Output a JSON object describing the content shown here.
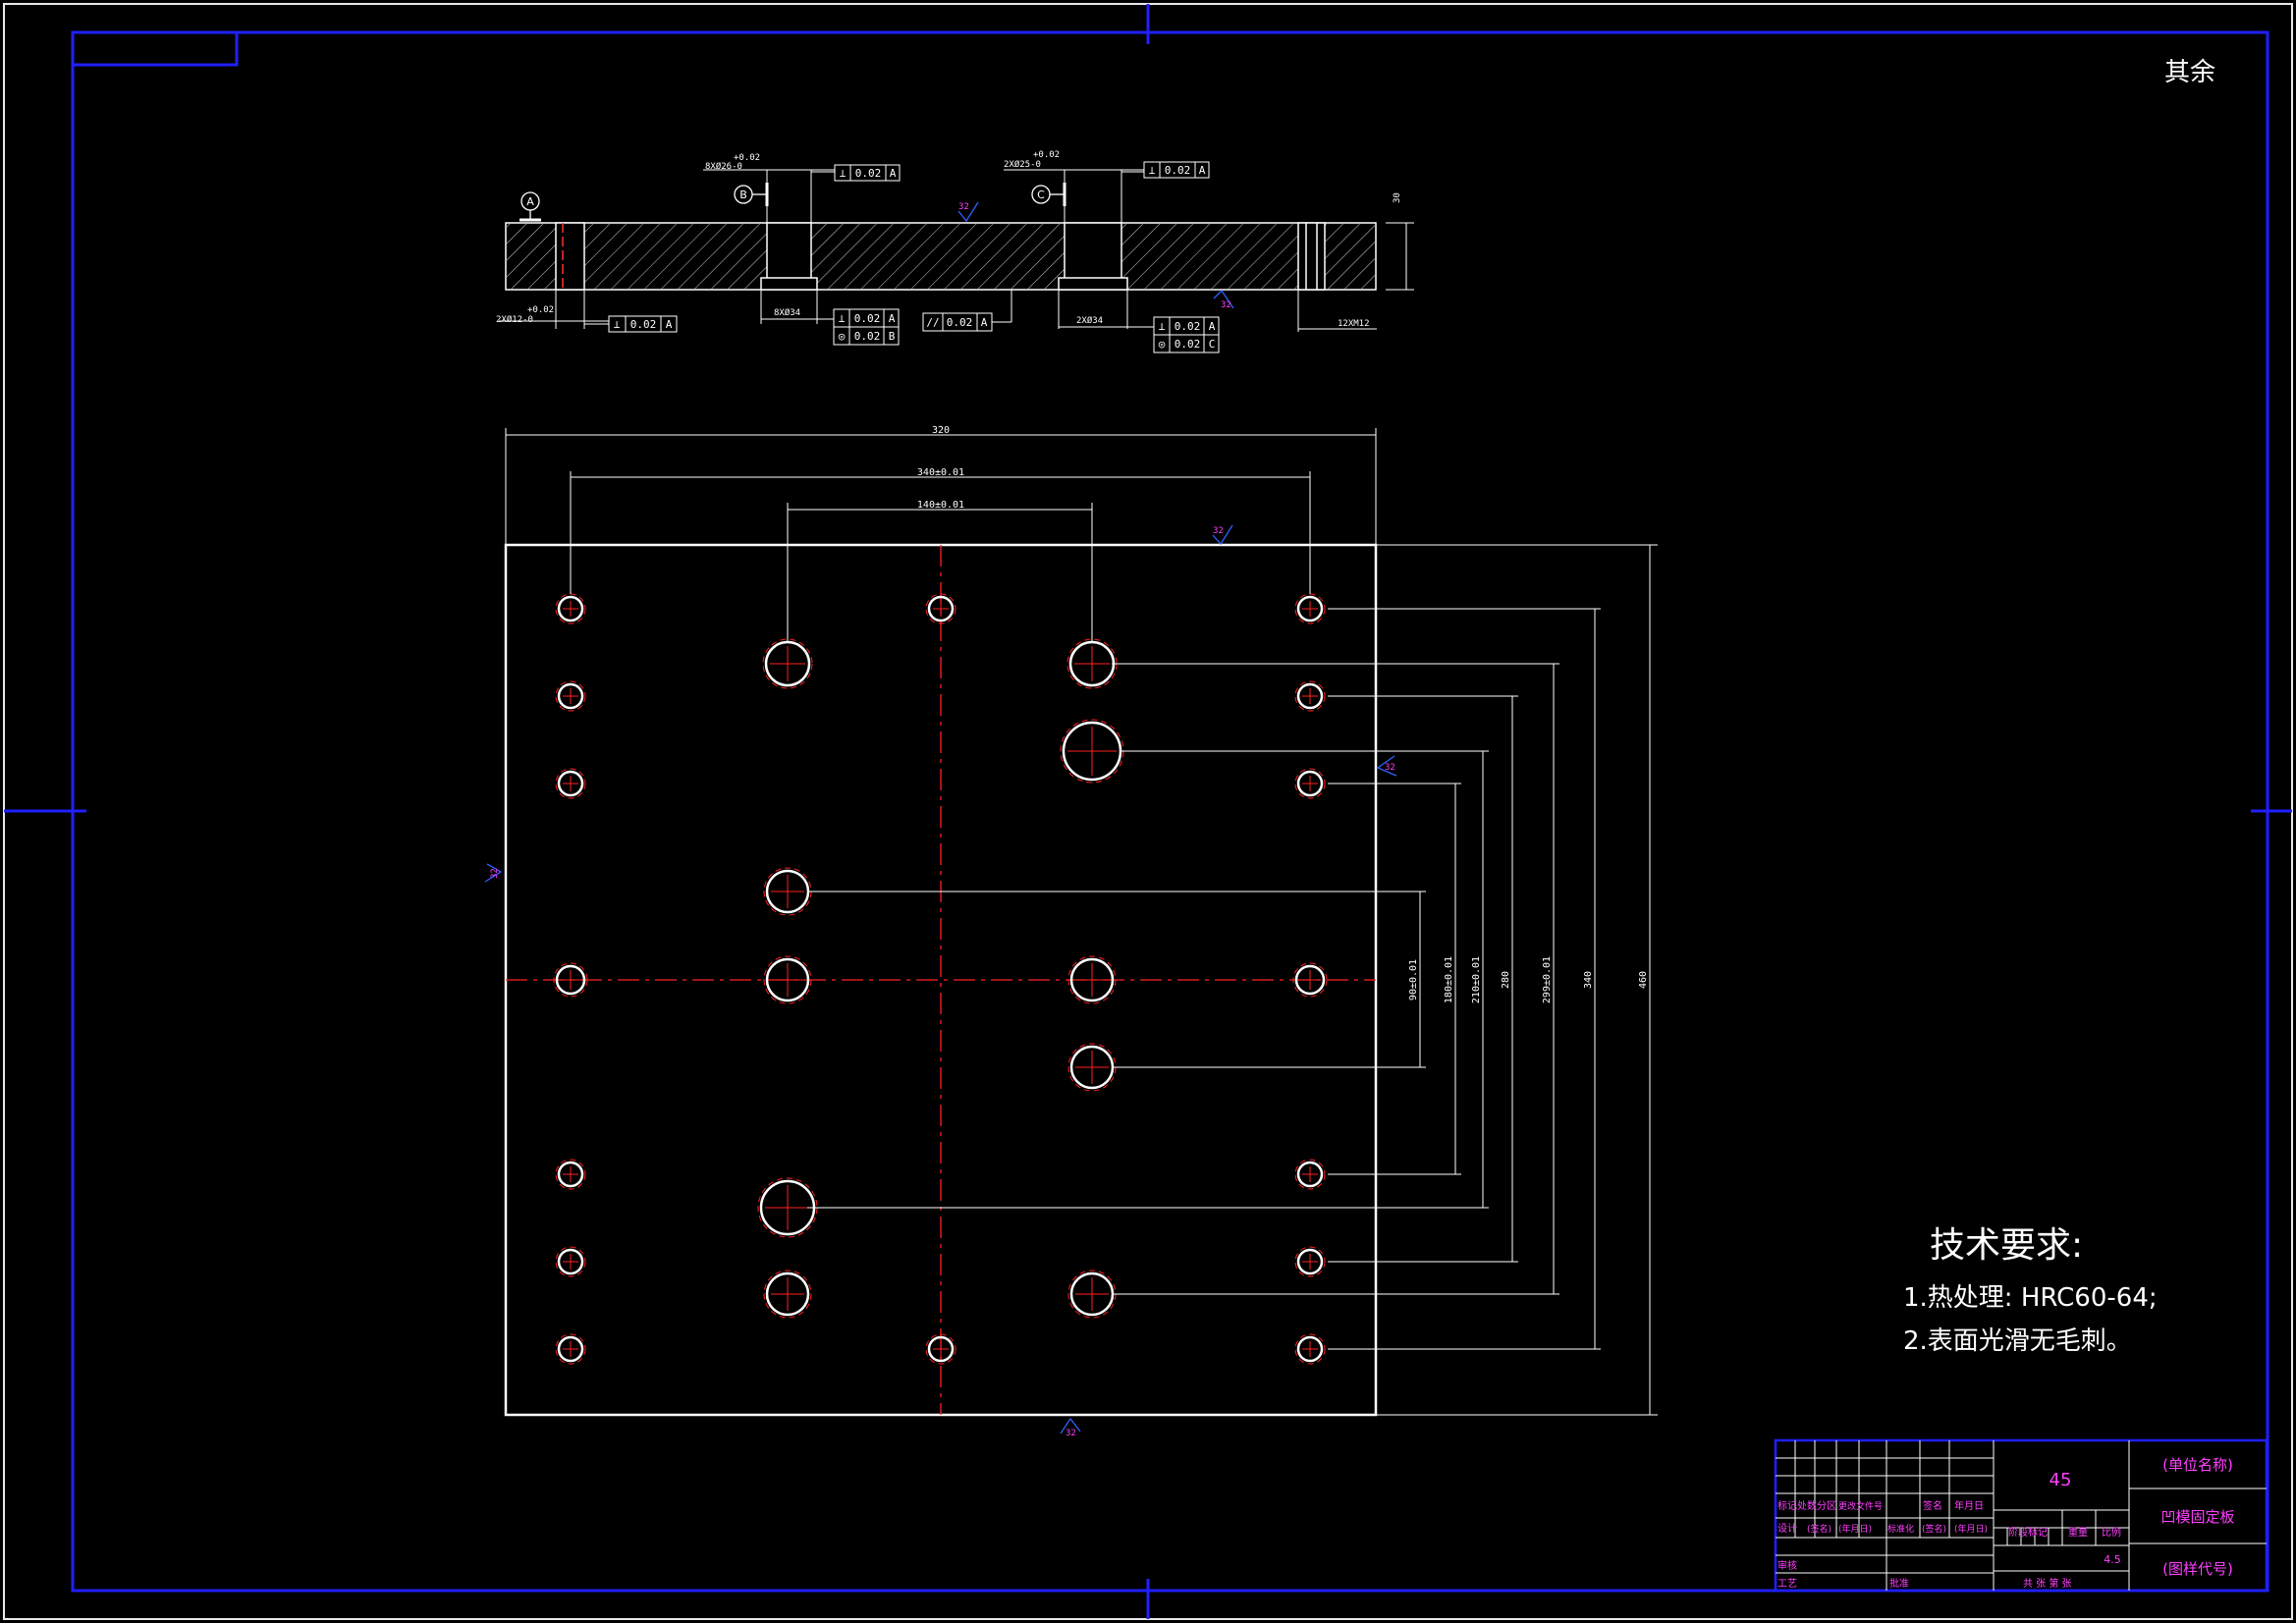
{
  "corner_mark": "其余",
  "section_view": {
    "datum_a": "A",
    "datum_b": "B",
    "datum_c": "C",
    "thickness": "30",
    "tol_plus": "+0.02",
    "tol_plus_c": "+0.02",
    "bore_b": "8XØ26-0",
    "bore_c": "2XØ25-0",
    "bore_left": "2XØ12-0",
    "tol_left": "+0.02",
    "counterbore_b": "8XØ34",
    "counterbore_c": "2XØ34",
    "thread": "12XM12",
    "roughness": "32",
    "fcf": {
      "perp_b": [
        "⊥",
        "0.02",
        "A"
      ],
      "perp_c": [
        "⊥",
        "0.02",
        "A"
      ],
      "perp_left": [
        "⊥",
        "0.02",
        "A"
      ],
      "perp_cb_b": [
        "⊥",
        "0.02",
        "A"
      ],
      "coax_b": [
        "◎",
        "0.02",
        "B"
      ],
      "parallel": [
        "//",
        "0.02",
        "A"
      ],
      "perp_cb_c": [
        "⊥",
        "0.02",
        "A"
      ],
      "coax_c": [
        "◎",
        "0.02",
        "C"
      ]
    }
  },
  "plan_view": {
    "dims": {
      "overall_width": "320",
      "hole_span_x": "340±0.01",
      "inner_span_x": "140±0.01",
      "overall_height": "460",
      "v1": "340",
      "v2": "299±0.01",
      "v3": "280",
      "v4": "210±0.01",
      "v5": "180±0.01",
      "v6": "90±0.01"
    },
    "roughness_labels": [
      "32",
      "32",
      "32",
      "32"
    ]
  },
  "tech_requirements": {
    "title": "技术要求:",
    "items": [
      "1.热处理: HRC60-64;",
      "2.表面光滑无毛刺。"
    ]
  },
  "title_block": {
    "material": "45",
    "company": "(单位名称)",
    "part_name": "凹模固定板",
    "drawing_no": "(图样代号)",
    "scale": "4.5",
    "row_labels": [
      "标记",
      "处数",
      "分区",
      "更改文件号",
      "签名",
      "年月日"
    ],
    "sign_row": [
      "设计",
      "(签名)",
      "(年月日)",
      "标准化",
      "(签名)",
      "(年月日)"
    ],
    "stage_mark": "阶段标记",
    "weight": "重量",
    "ratio": "比例",
    "review": "审核",
    "process": "工艺",
    "approve": "批准",
    "sheets": "共  张  第  张"
  }
}
